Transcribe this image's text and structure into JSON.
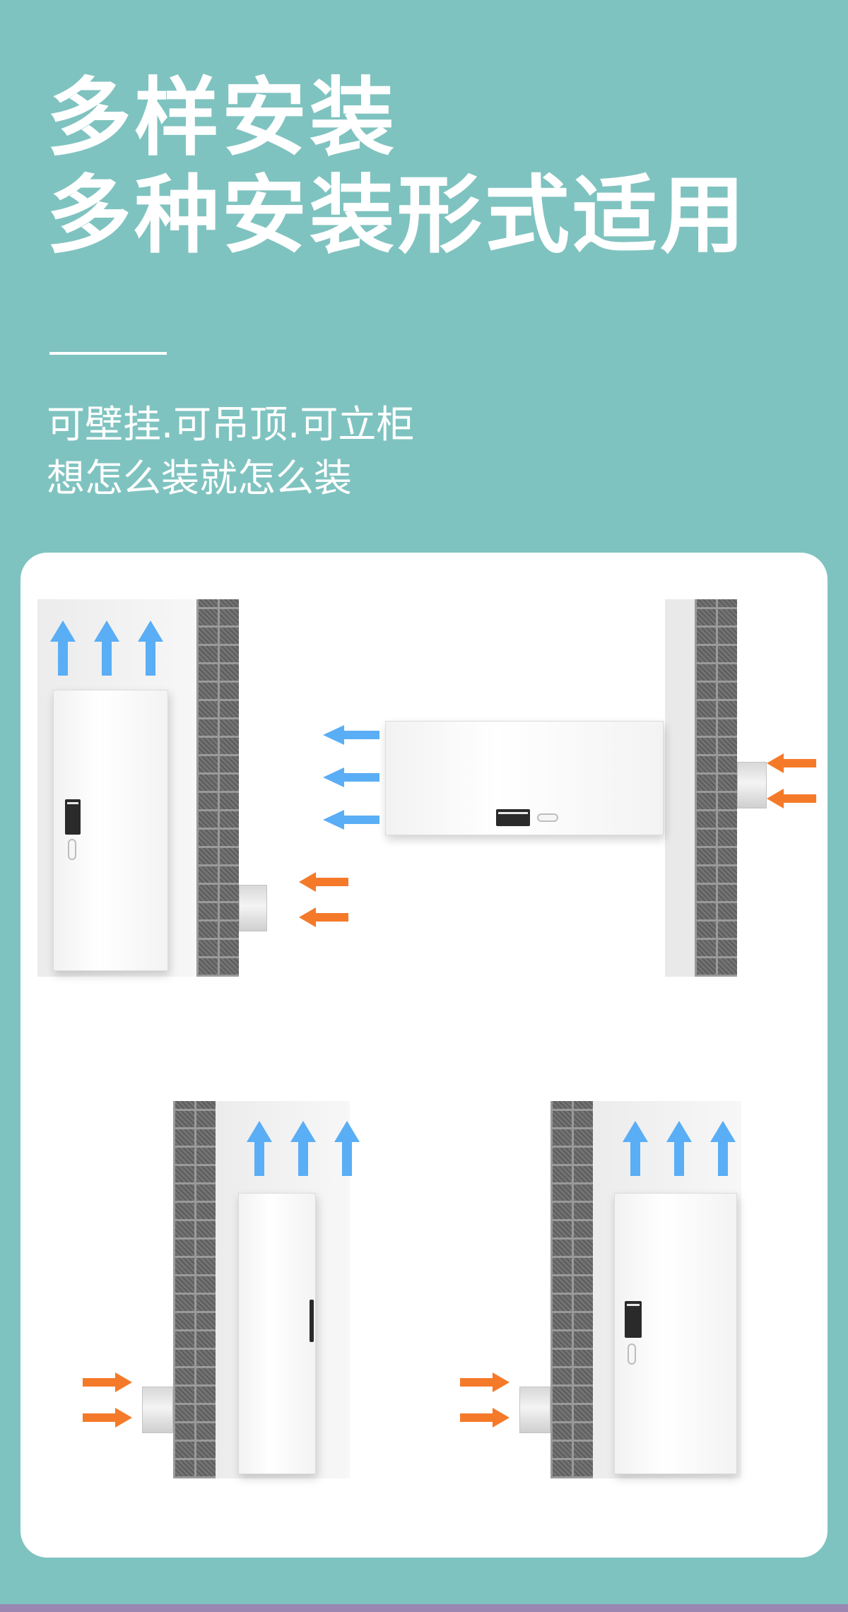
{
  "heading": {
    "line1": "多样安装",
    "line2": "多种安装形式适用"
  },
  "description": {
    "line1": "可壁挂.可吊顶.可立柜",
    "line2": "想怎么装就怎么装"
  },
  "colors": {
    "background": "#7fc3c0",
    "card": "#ffffff",
    "airflow_out": "#5aaef5",
    "airflow_in": "#f47a2a"
  },
  "illustrations": [
    {
      "scene": "floor-cabinet",
      "airflow_out": "up",
      "airflow_in": "from-wall"
    },
    {
      "scene": "ceiling-mount",
      "airflow_out": "left",
      "airflow_in": "from-wall"
    },
    {
      "scene": "wall-mount",
      "airflow_out": "up",
      "airflow_in": "from-wall"
    },
    {
      "scene": "wall-mount",
      "airflow_out": "up",
      "airflow_in": "from-wall"
    }
  ]
}
